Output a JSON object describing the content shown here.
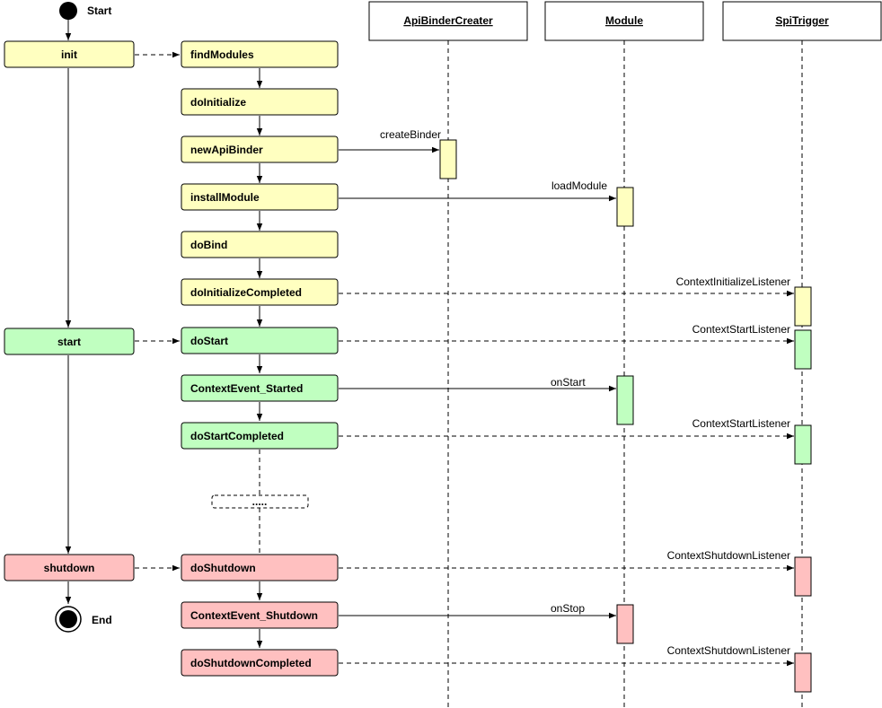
{
  "start_label": "Start",
  "end_label": "End",
  "colors": {
    "init": "#ffffc0",
    "start": "#c0ffc0",
    "shutdown": "#ffc0c0",
    "stroke": "#000000"
  },
  "lifelines": {
    "api": "ApiBinderCreater",
    "module": "Module",
    "spi": "SpiTrigger"
  },
  "phases": {
    "init": "init",
    "start": "start",
    "shutdown": "shutdown"
  },
  "steps": {
    "findModules": "findModules",
    "doInitialize": "doInitialize",
    "newApiBinder": "newApiBinder",
    "installModule": "installModule",
    "doBind": "doBind",
    "doInitializeCompleted": "doInitializeCompleted",
    "doStart": "doStart",
    "contextEventStarted": "ContextEvent_Started",
    "doStartCompleted": "doStartCompleted",
    "doShutdown": "doShutdown",
    "contextEventShutdown": "ContextEvent_Shutdown",
    "doShutdownCompleted": "doShutdownCompleted"
  },
  "ellipsis": ".....",
  "messages": {
    "createBinder": "createBinder",
    "loadModule": "loadModule",
    "initListener": "ContextInitializeListener",
    "startListener1": "ContextStartListener",
    "onStart": "onStart",
    "startListener2": "ContextStartListener",
    "shutdownListener1": "ContextShutdownListener",
    "onStop": "onStop",
    "shutdownListener2": "ContextShutdownListener"
  }
}
